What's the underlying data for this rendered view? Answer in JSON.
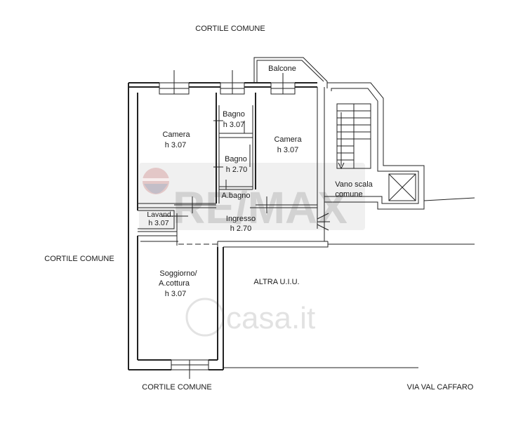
{
  "labels": {
    "cortile_top": "CORTILE COMUNE",
    "cortile_left": "CORTILE COMUNE",
    "cortile_bottom": "CORTILE COMUNE",
    "via": "VIA VAL CAFFARO",
    "altra": "ALTRA U.I.U.",
    "balcone": "Balcone",
    "vano_scala_l1": "Vano scala",
    "vano_scala_l2": "comune"
  },
  "rooms": {
    "camera1": {
      "name": "Camera",
      "height": "h 3.07"
    },
    "camera2": {
      "name": "Camera",
      "height": "h 3.07"
    },
    "bagno1": {
      "name": "Bagno",
      "height": "h 3.07"
    },
    "bagno2": {
      "name": "Bagno",
      "height": "h 2.70"
    },
    "abagno": {
      "name": "A.bagno"
    },
    "lavand": {
      "name": "Lavand.",
      "height": "h 3.07"
    },
    "ingresso": {
      "name": "Ingresso",
      "height": "h 2.70"
    },
    "soggiorno": {
      "name_l1": "Soggiorno/",
      "name_l2": "A.cottura",
      "height": "h 3.07"
    }
  },
  "watermarks": {
    "remax": "RE/MAX",
    "casa": "casa.it"
  },
  "colors": {
    "wall": "#222222",
    "remax_red": "#d9a6a6",
    "remax_blue": "#a9b6c9"
  }
}
